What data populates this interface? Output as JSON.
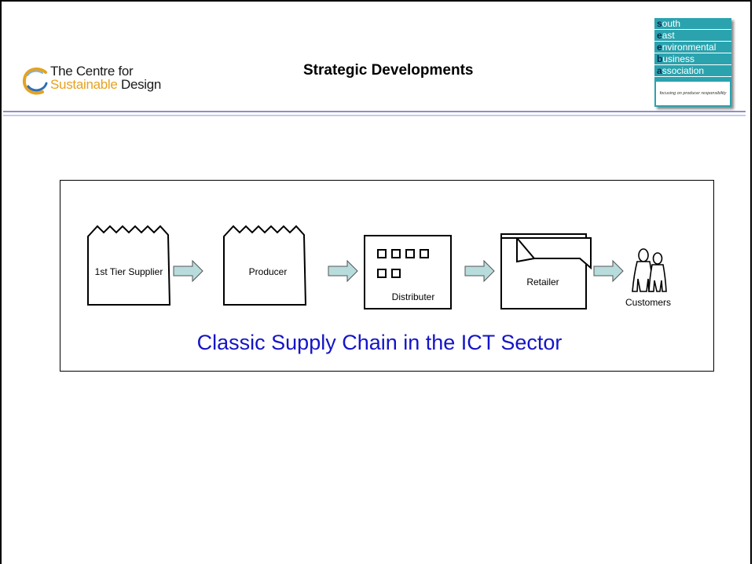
{
  "header": {
    "title": "Strategic Developments",
    "logo_left": {
      "line1": "The Centre for",
      "line2_highlight": "Sustainable",
      "line2_rest": " Design"
    },
    "seba_logo": {
      "rows": [
        {
          "initial": "s",
          "rest": "outh"
        },
        {
          "initial": "e",
          "rest": "ast"
        },
        {
          "initial": "e",
          "rest": "nvironmental"
        },
        {
          "initial": "b",
          "rest": "usiness"
        },
        {
          "initial": "a",
          "rest": "ssociation"
        }
      ],
      "tagline": "focusing on producer responsibility",
      "color": "#2aa3ae"
    }
  },
  "diagram": {
    "nodes": [
      {
        "label": "1st Tier Supplier",
        "icon": "factory-icon"
      },
      {
        "label": "Producer",
        "icon": "factory-icon"
      },
      {
        "label": "Distributer",
        "icon": "warehouse-icon"
      },
      {
        "label": "Retailer",
        "icon": "shop-icon"
      },
      {
        "label": "Customers",
        "icon": "people-icon"
      }
    ],
    "caption": "Classic Supply Chain in the ICT Sector",
    "arrow_color": "#b8dcdc",
    "caption_color": "#1414c8"
  }
}
